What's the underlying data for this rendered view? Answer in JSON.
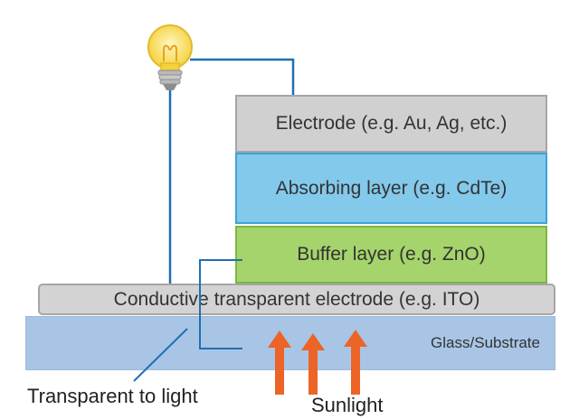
{
  "diagram": {
    "layers": {
      "electrode": "Electrode (e.g. Au, Ag, etc.)",
      "absorbing": "Absorbing layer (e.g. CdTe)",
      "buffer": "Buffer layer (e.g. ZnO)",
      "conductive": "Conductive transparent electrode (e.g. ITO)",
      "glass": "Glass/Substrate"
    },
    "captions": {
      "transparent": "Transparent to light",
      "sunlight": "Sunlight"
    },
    "icons": {
      "bulb": "light-bulb-icon",
      "arrow": "sunlight-arrow-icon"
    },
    "colors": {
      "electrode": "#d0d0d0",
      "absorbing": "#83c9ec",
      "buffer": "#a5d46c",
      "conductive": "#d3d3d3",
      "glass": "#a8c5e6",
      "wire": "#1f6fb2",
      "arrow": "#ec6426",
      "bulb": "#f9e06a"
    }
  }
}
